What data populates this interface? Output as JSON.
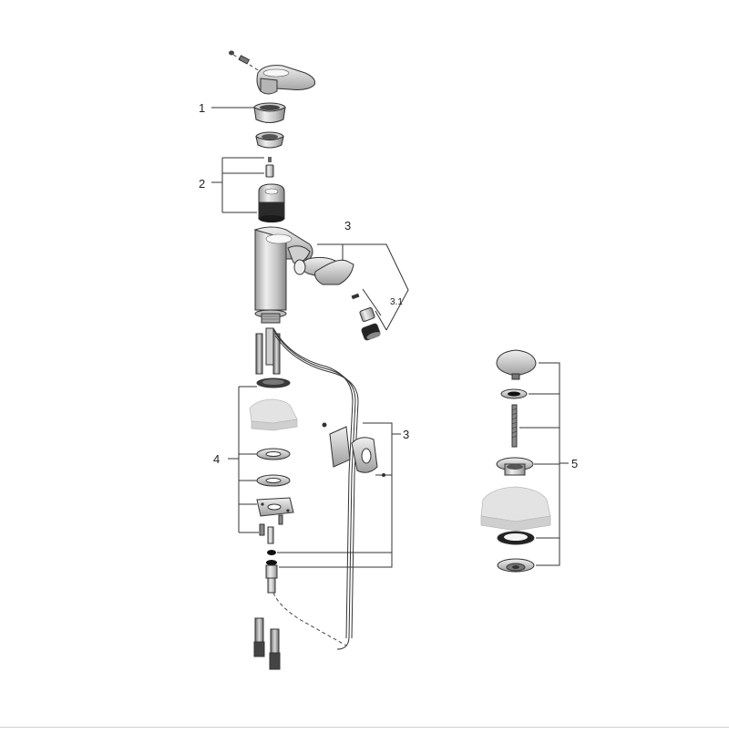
{
  "labels": {
    "l1": "1",
    "l2": "2",
    "l3a": "3",
    "l31": "3.1",
    "l3b": "3",
    "l4": "4",
    "l5": "5"
  },
  "colors": {
    "line": "#333333",
    "chrome_light": "#e6e6e6",
    "chrome_mid": "#bdbdbd",
    "chrome_dark": "#7a7a7a",
    "seal_black": "#111111",
    "surface": "#d8d8d8"
  }
}
